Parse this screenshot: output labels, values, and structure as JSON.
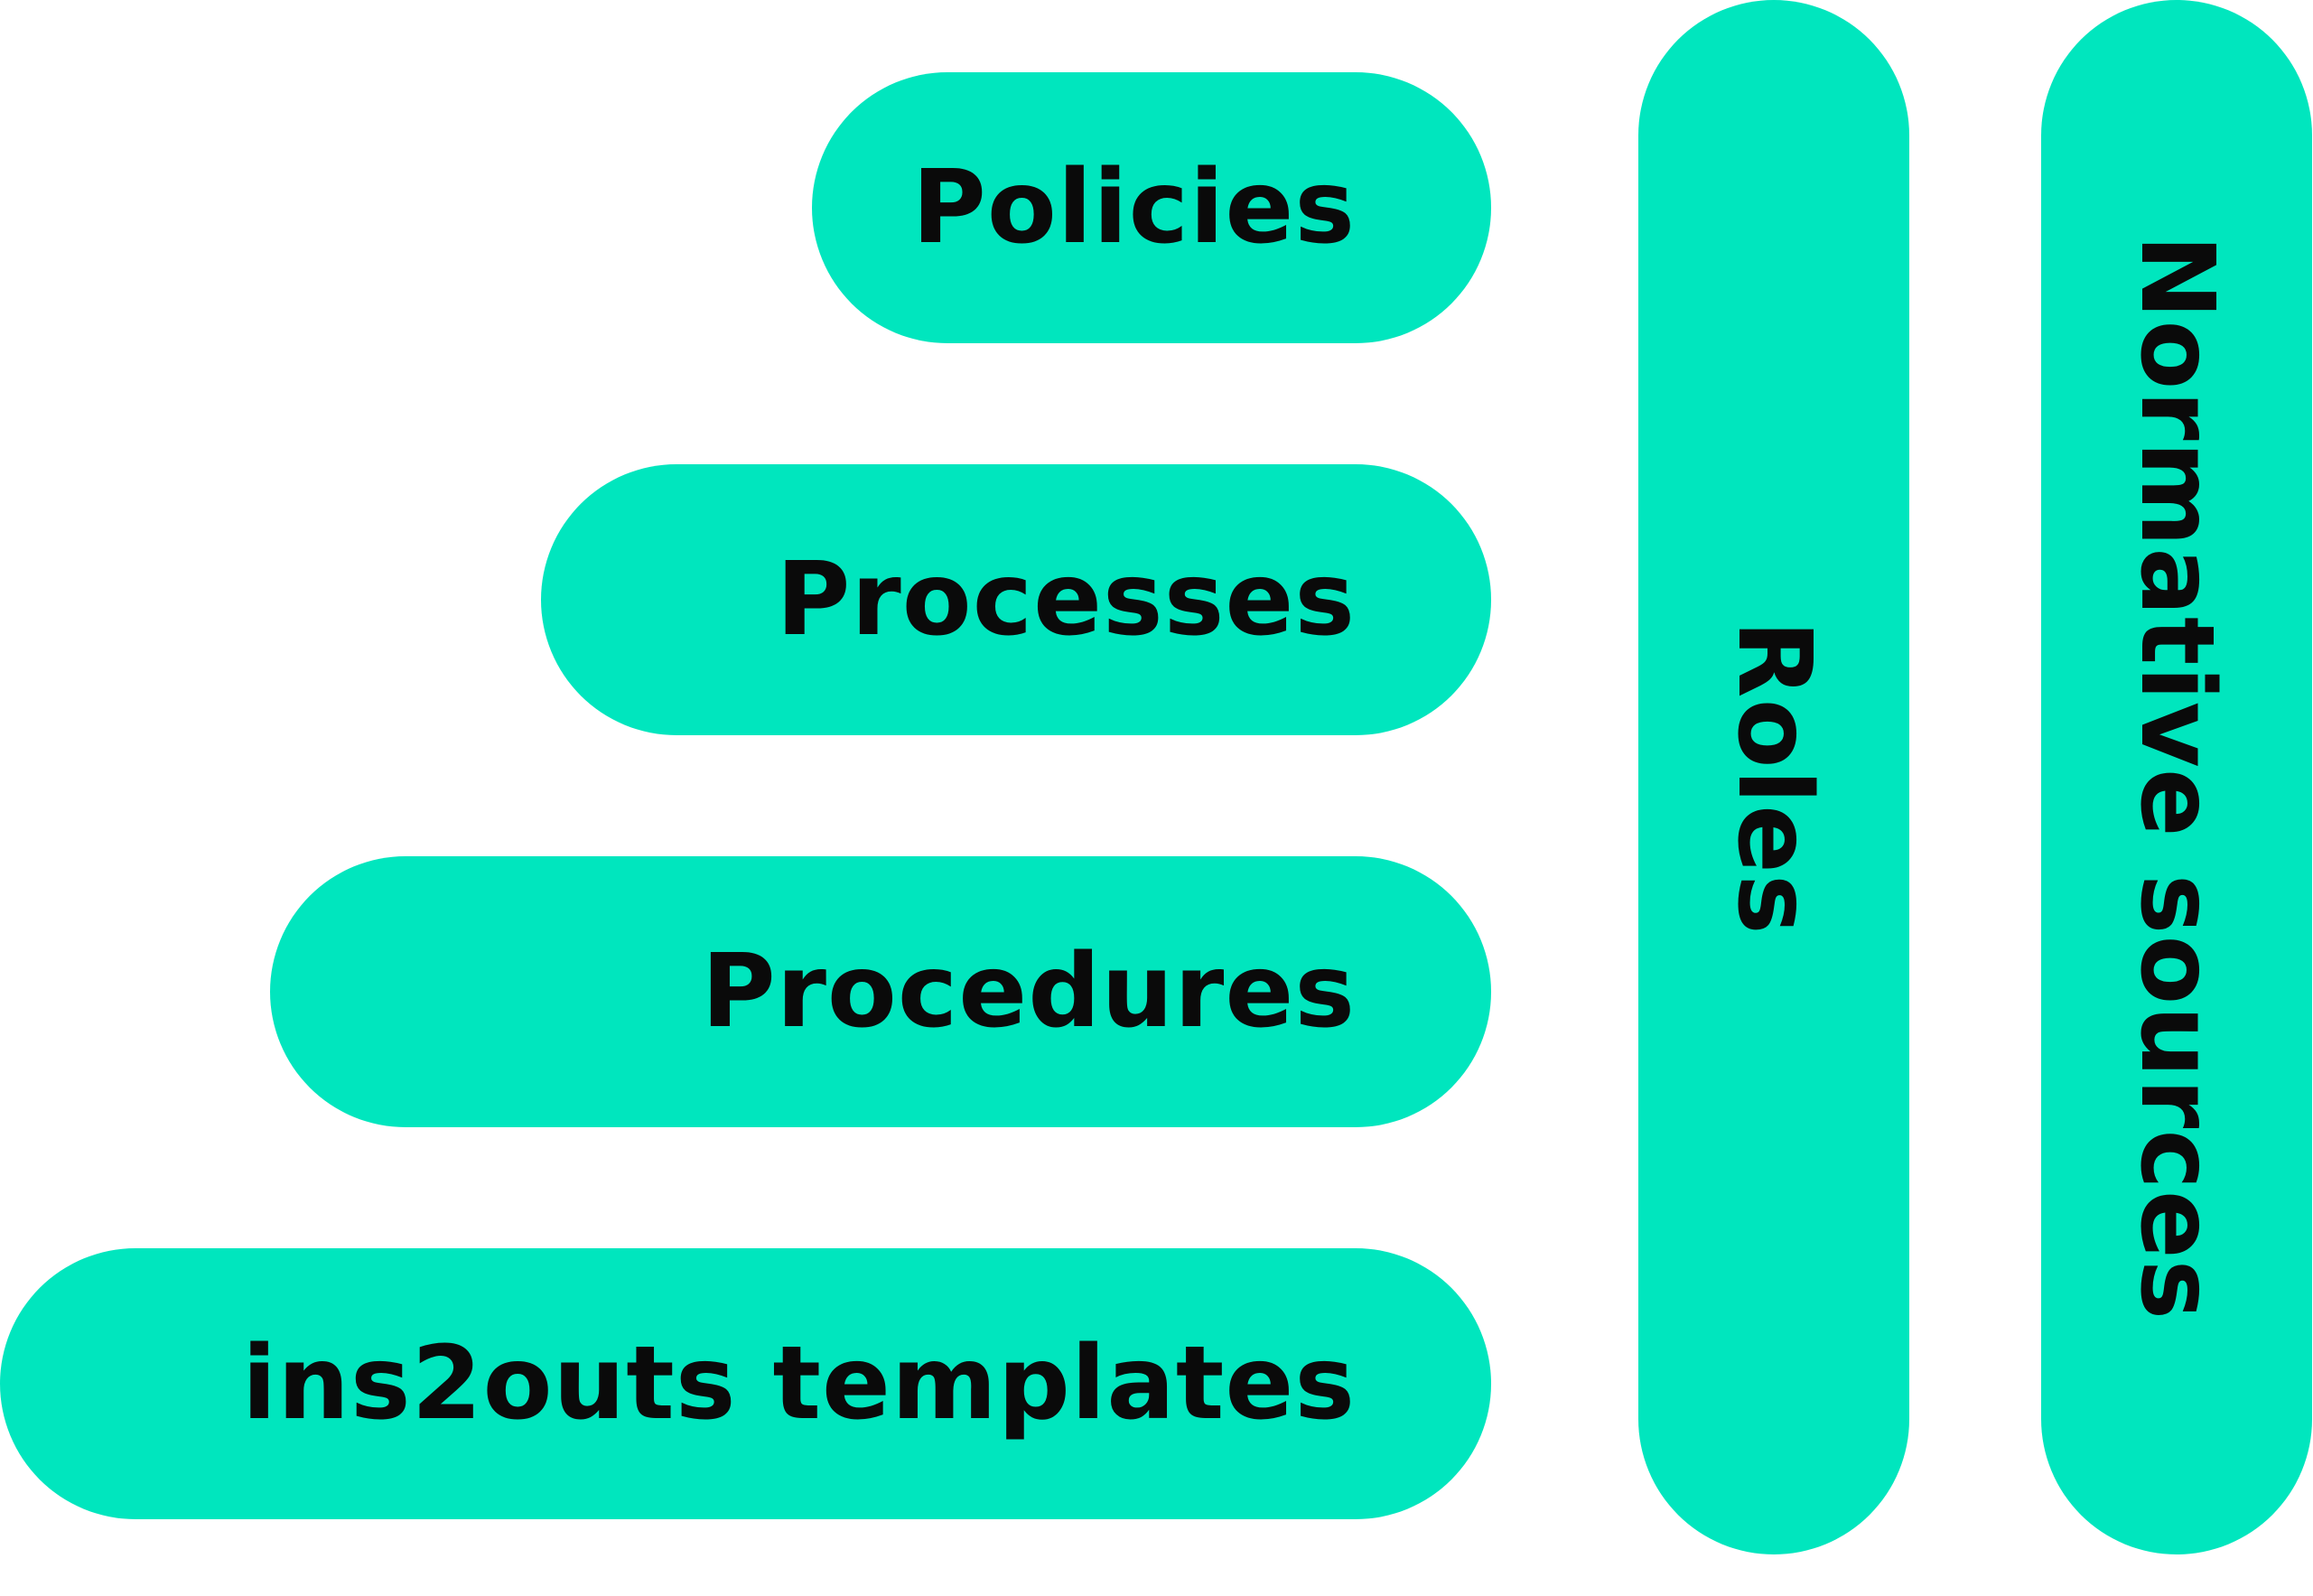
{
  "colors": {
    "pill_fill": "#00E6BE",
    "text": "#0a0a0a",
    "background": "#ffffff"
  },
  "layers": [
    {
      "label": "Policies"
    },
    {
      "label": "Processes"
    },
    {
      "label": "Procedures"
    },
    {
      "label": "ins2outs templates"
    }
  ],
  "columns": [
    {
      "label": "Roles"
    },
    {
      "label": "Normative sources"
    }
  ]
}
